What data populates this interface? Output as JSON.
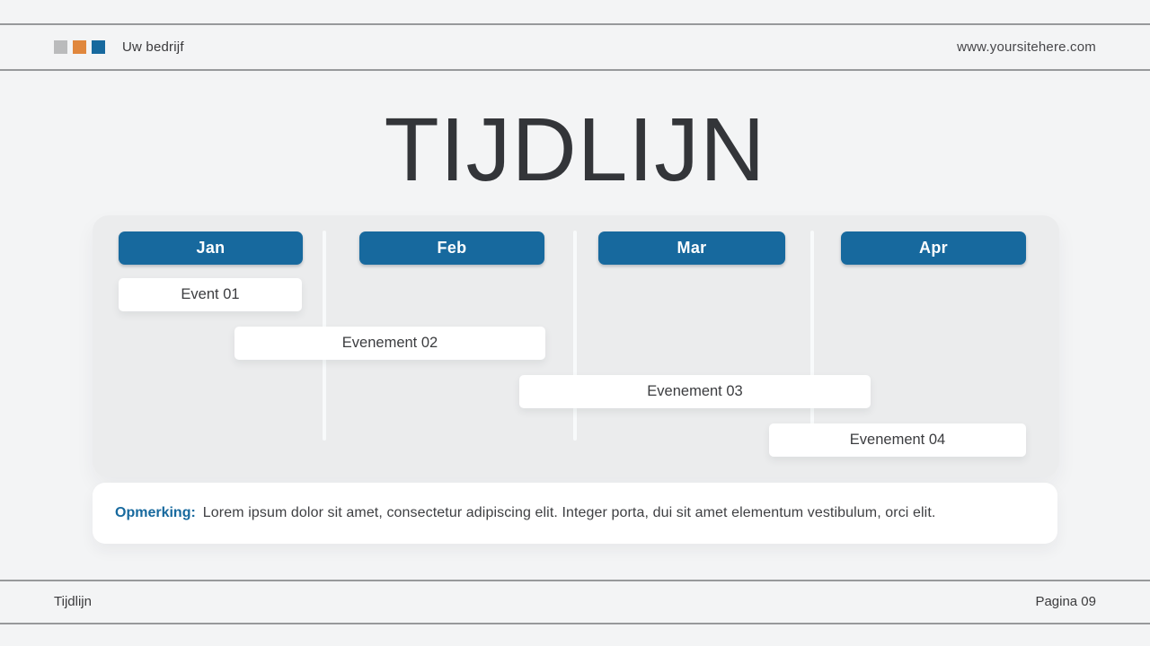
{
  "page": {
    "background": "#f3f4f5",
    "accent_blue": "#17699e",
    "accent_orange": "#e0873d",
    "accent_gray": "#babbbc"
  },
  "header": {
    "brand": "Uw bedrijf",
    "website": "www.yoursitehere.com",
    "logo_squares": [
      "#babbbc",
      "#e0873d",
      "#17699e"
    ]
  },
  "title": "TIJDLIJN",
  "timeline": {
    "months": [
      "Jan",
      "Feb",
      "Mar",
      "Apr"
    ],
    "events": [
      {
        "label": "Event 01",
        "span": "Jan"
      },
      {
        "label": "Evenement 02",
        "span": "Jan-Feb"
      },
      {
        "label": "Evenement 03",
        "span": "Feb-Mar"
      },
      {
        "label": "Evenement 04",
        "span": "Mar-Apr"
      }
    ]
  },
  "note": {
    "label": "Opmerking:",
    "body": "Lorem ipsum dolor sit amet, consectetur adipiscing elit. Integer porta, dui sit amet elementum vestibulum, orci elit."
  },
  "footer": {
    "slide_name": "Tijdlijn",
    "page_number": "Pagina 09"
  }
}
